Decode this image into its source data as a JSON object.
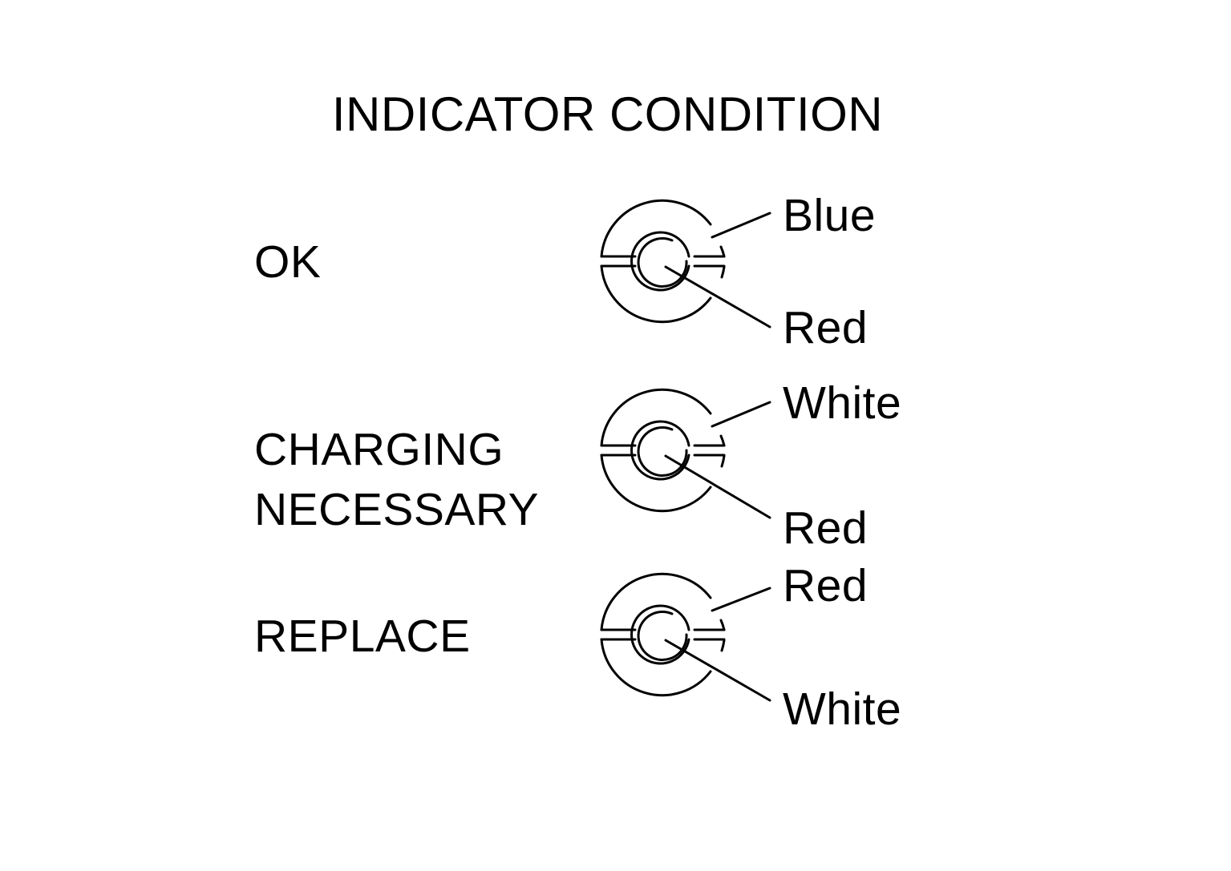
{
  "title": "INDICATOR CONDITION",
  "rows": [
    {
      "condition_lines": [
        "OK"
      ],
      "outer_color": "Blue",
      "inner_color": "Red"
    },
    {
      "condition_lines": [
        "CHARGING",
        "NECESSARY"
      ],
      "outer_color": "White",
      "inner_color": "Red"
    },
    {
      "condition_lines": [
        "REPLACE"
      ],
      "outer_color": "Red",
      "inner_color": "White"
    }
  ]
}
